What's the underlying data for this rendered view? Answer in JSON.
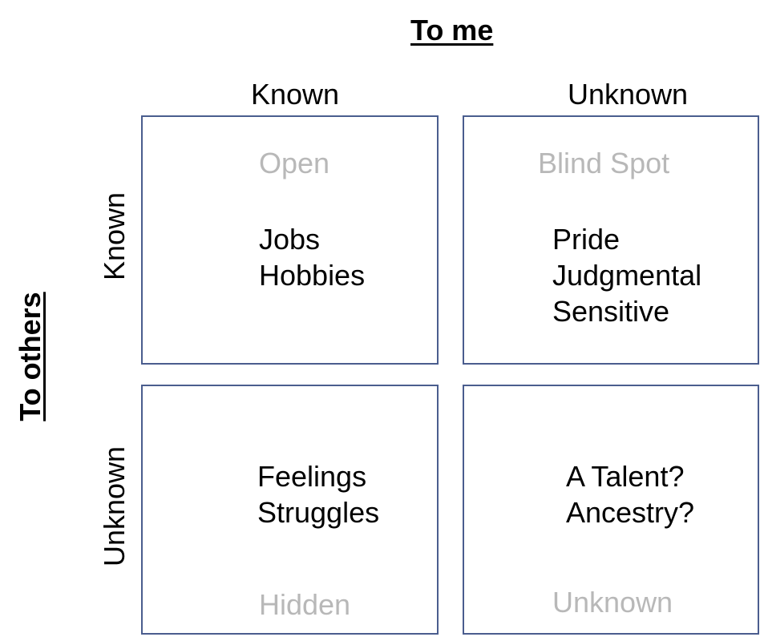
{
  "axes": {
    "top_title": "To me",
    "left_title": "To others",
    "columns": [
      "Known",
      "Unknown"
    ],
    "rows": [
      "Known",
      "Unknown"
    ]
  },
  "quadrants": {
    "open": {
      "label": "Open",
      "items": [
        "Jobs",
        "Hobbies"
      ]
    },
    "blind_spot": {
      "label": "Blind Spot",
      "items": [
        "Pride",
        "Judgmental",
        "Sensitive"
      ]
    },
    "hidden": {
      "label": "Hidden",
      "items": [
        "Feelings",
        "Struggles"
      ]
    },
    "unknown": {
      "label": "Unknown",
      "items": [
        "A Talent?",
        "Ancestry?"
      ]
    }
  },
  "colors": {
    "border": "#4a5d8e",
    "quadrant_label": "#b8b8b8",
    "text": "#000000"
  }
}
